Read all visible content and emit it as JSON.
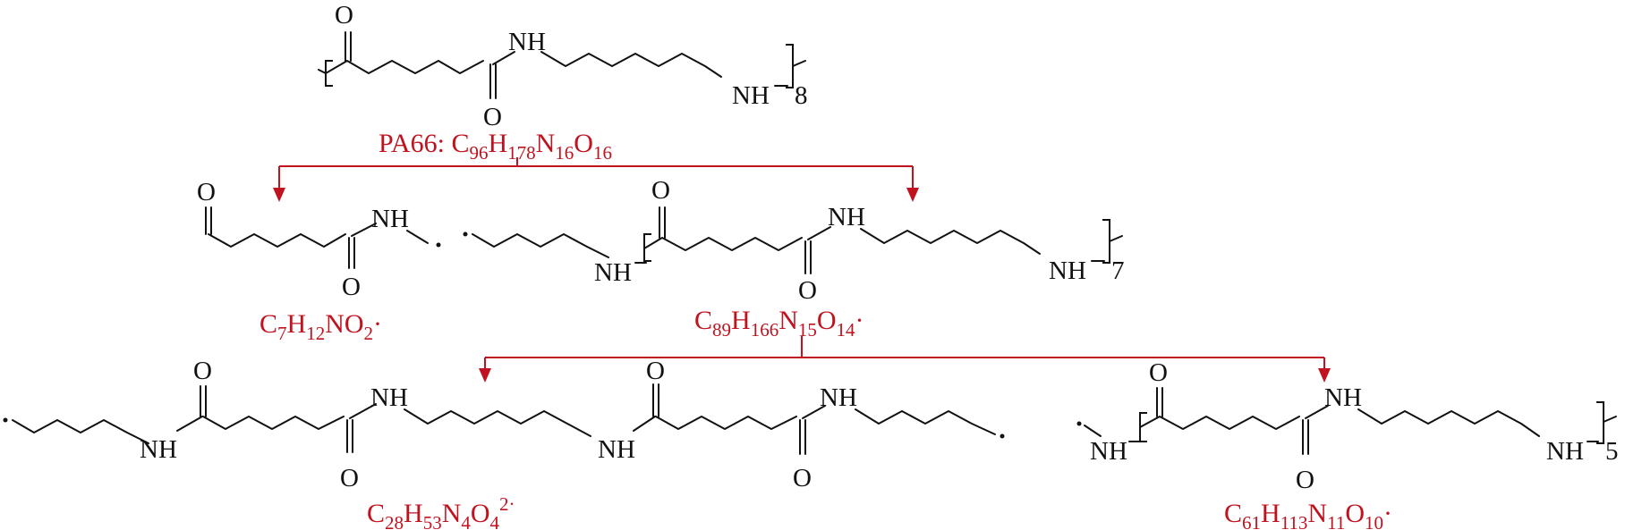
{
  "colors": {
    "ink": "#111111",
    "accent": "#c1121f"
  },
  "atoms": {
    "O": "O",
    "NH": "NH"
  },
  "repeats": {
    "top": "8",
    "mid": "7",
    "bottom_right": "5"
  },
  "formulas": {
    "top_prefix": "PA66: ",
    "top": [
      {
        "t": "C"
      },
      {
        "t": "96",
        "sub": true
      },
      {
        "t": "H"
      },
      {
        "t": "178",
        "sub": true
      },
      {
        "t": "N"
      },
      {
        "t": "16",
        "sub": true
      },
      {
        "t": "O"
      },
      {
        "t": "16",
        "sub": true
      }
    ],
    "mid_left": [
      {
        "t": "C"
      },
      {
        "t": "7",
        "sub": true
      },
      {
        "t": "H"
      },
      {
        "t": "12",
        "sub": true
      },
      {
        "t": "NO"
      },
      {
        "t": "2",
        "sub": true
      },
      {
        "t": "·"
      }
    ],
    "mid_right": [
      {
        "t": "C"
      },
      {
        "t": "89",
        "sub": true
      },
      {
        "t": "H"
      },
      {
        "t": "166",
        "sub": true
      },
      {
        "t": "N"
      },
      {
        "t": "15",
        "sub": true
      },
      {
        "t": "O"
      },
      {
        "t": "14",
        "sub": true
      },
      {
        "t": "·"
      }
    ],
    "bottom_left": [
      {
        "t": "C"
      },
      {
        "t": "28",
        "sub": true
      },
      {
        "t": "H"
      },
      {
        "t": "53",
        "sub": true
      },
      {
        "t": "N"
      },
      {
        "t": "4",
        "sub": true
      },
      {
        "t": "O"
      },
      {
        "t": "4",
        "sub": true
      },
      {
        "t": "2·",
        "sup": true
      }
    ],
    "bottom_right": [
      {
        "t": "C"
      },
      {
        "t": "61",
        "sub": true
      },
      {
        "t": "H"
      },
      {
        "t": "113",
        "sub": true
      },
      {
        "t": "N"
      },
      {
        "t": "11",
        "sub": true
      },
      {
        "t": "O"
      },
      {
        "t": "10",
        "sub": true
      },
      {
        "t": "·"
      }
    ]
  }
}
